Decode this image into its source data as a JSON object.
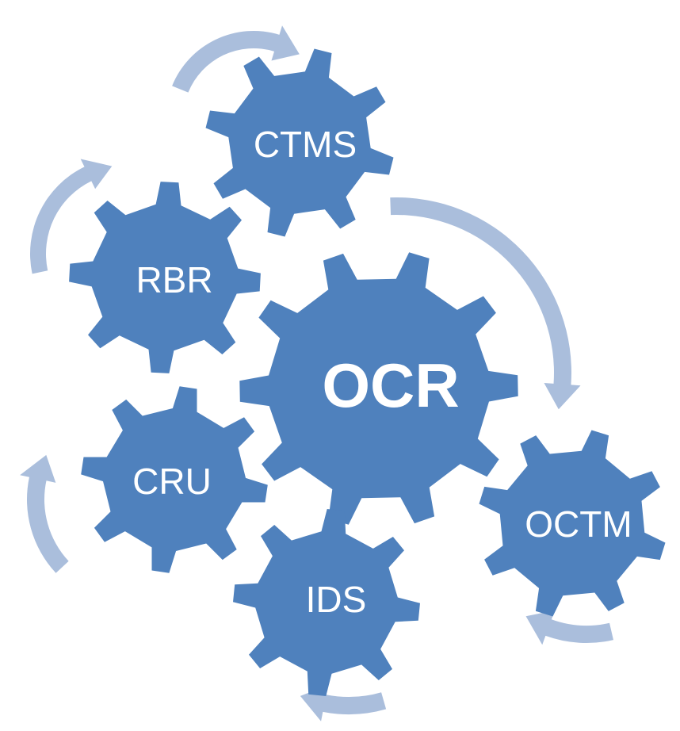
{
  "colors": {
    "gear_fill": "#4f81bd",
    "arrow_fill": "#aabedc",
    "label_color": "#ffffff"
  },
  "gears": [
    {
      "id": "ctms",
      "label": "CTMS",
      "name": "gear-ctms"
    },
    {
      "id": "rbr",
      "label": "RBR",
      "name": "gear-rbr"
    },
    {
      "id": "ocr",
      "label": "OCR",
      "name": "gear-ocr"
    },
    {
      "id": "cru",
      "label": "CRU",
      "name": "gear-cru"
    },
    {
      "id": "octm",
      "label": "OCTM",
      "name": "gear-octm"
    },
    {
      "id": "ids",
      "label": "IDS",
      "name": "gear-ids"
    }
  ],
  "arrows": [
    {
      "name": "arrow-ctms-cycle"
    },
    {
      "name": "arrow-rbr-cycle"
    },
    {
      "name": "arrow-ocr-cycle"
    },
    {
      "name": "arrow-cru-cycle"
    },
    {
      "name": "arrow-octm-cycle"
    },
    {
      "name": "arrow-ids-cycle"
    }
  ]
}
